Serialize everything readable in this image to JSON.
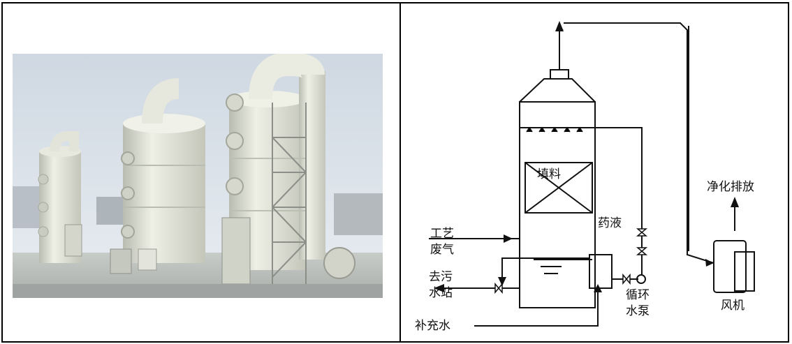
{
  "photo": {
    "description_icon": "scrubber-towers-photo"
  },
  "diagram": {
    "packing_label": "填料",
    "chemical_label": "药液",
    "exhaust_label_1": "工艺",
    "exhaust_label_2": "废气",
    "drain_label_1": "去污",
    "drain_label_2": "水站",
    "makeup_label": "补充水",
    "pump_label_1": "循环",
    "pump_label_2": "水泵",
    "discharge_label": "净化排放",
    "fan_label": "风机"
  }
}
